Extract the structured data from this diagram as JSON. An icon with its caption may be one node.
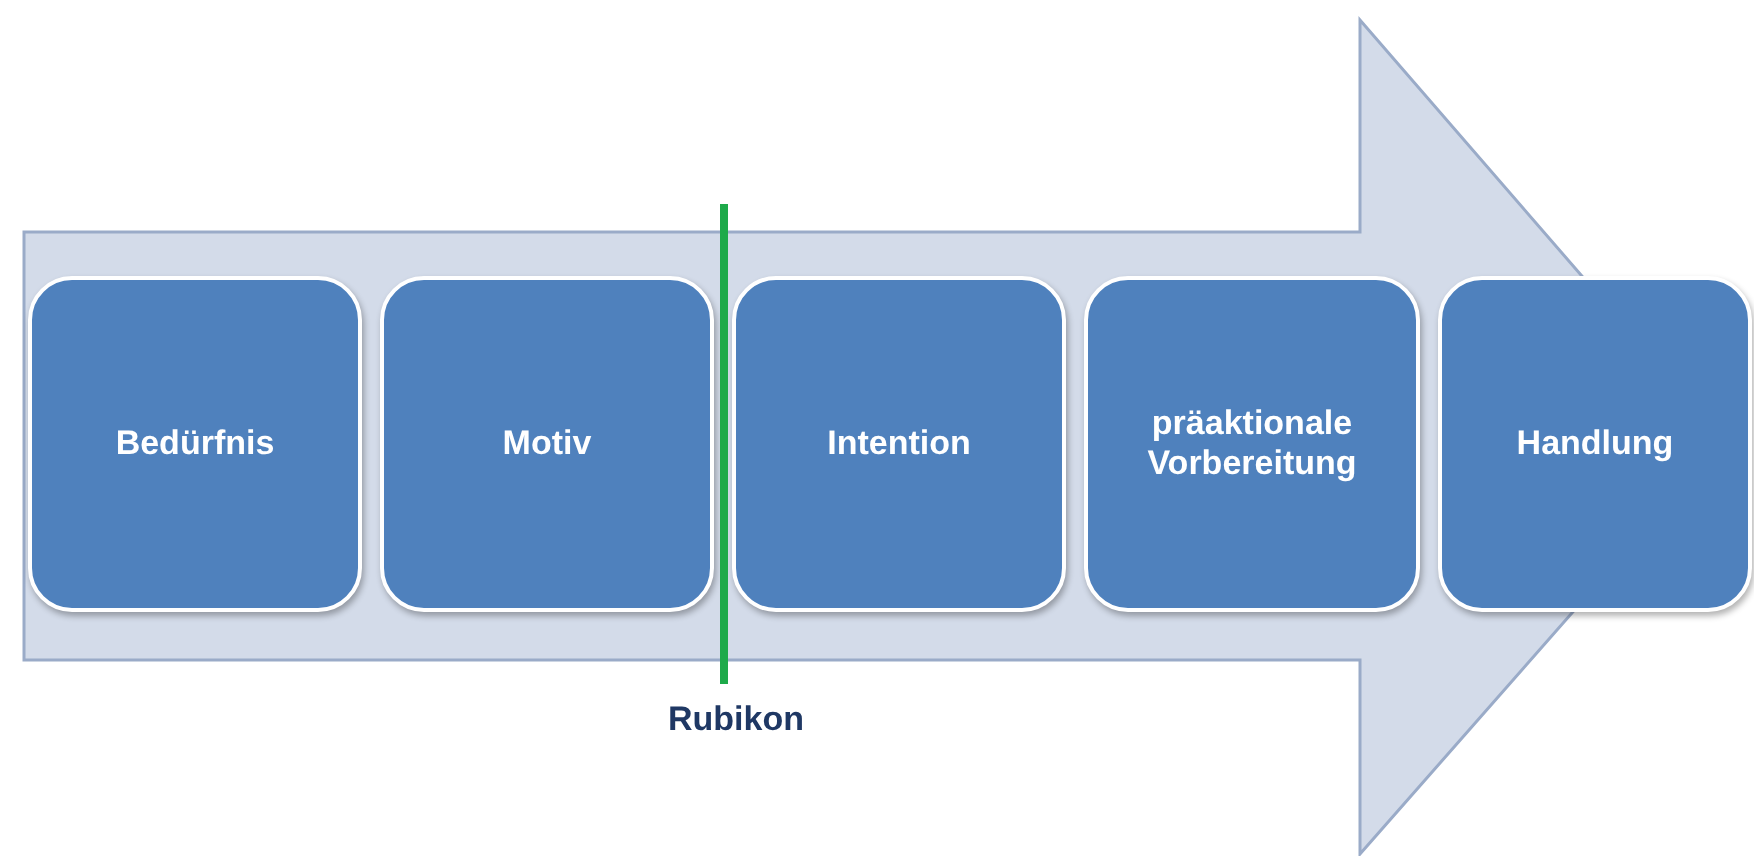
{
  "diagram": {
    "nodes": [
      {
        "text": [],
        "shape": "arrow"
      },
      {
        "text": [
          "Bedürfnis"
        ],
        "in": 0
      },
      {
        "text": [
          "Motiv"
        ],
        "in": 0
      },
      {
        "text": [
          "Intention"
        ],
        "in": 0
      },
      {
        "text": [
          "präaktionale Vorbereitung"
        ],
        "in": 0
      },
      {
        "text": [
          "Handlung"
        ],
        "in": 0
      }
    ],
    "edges": [],
    "labels": [
      "Rubikon"
    ]
  }
}
